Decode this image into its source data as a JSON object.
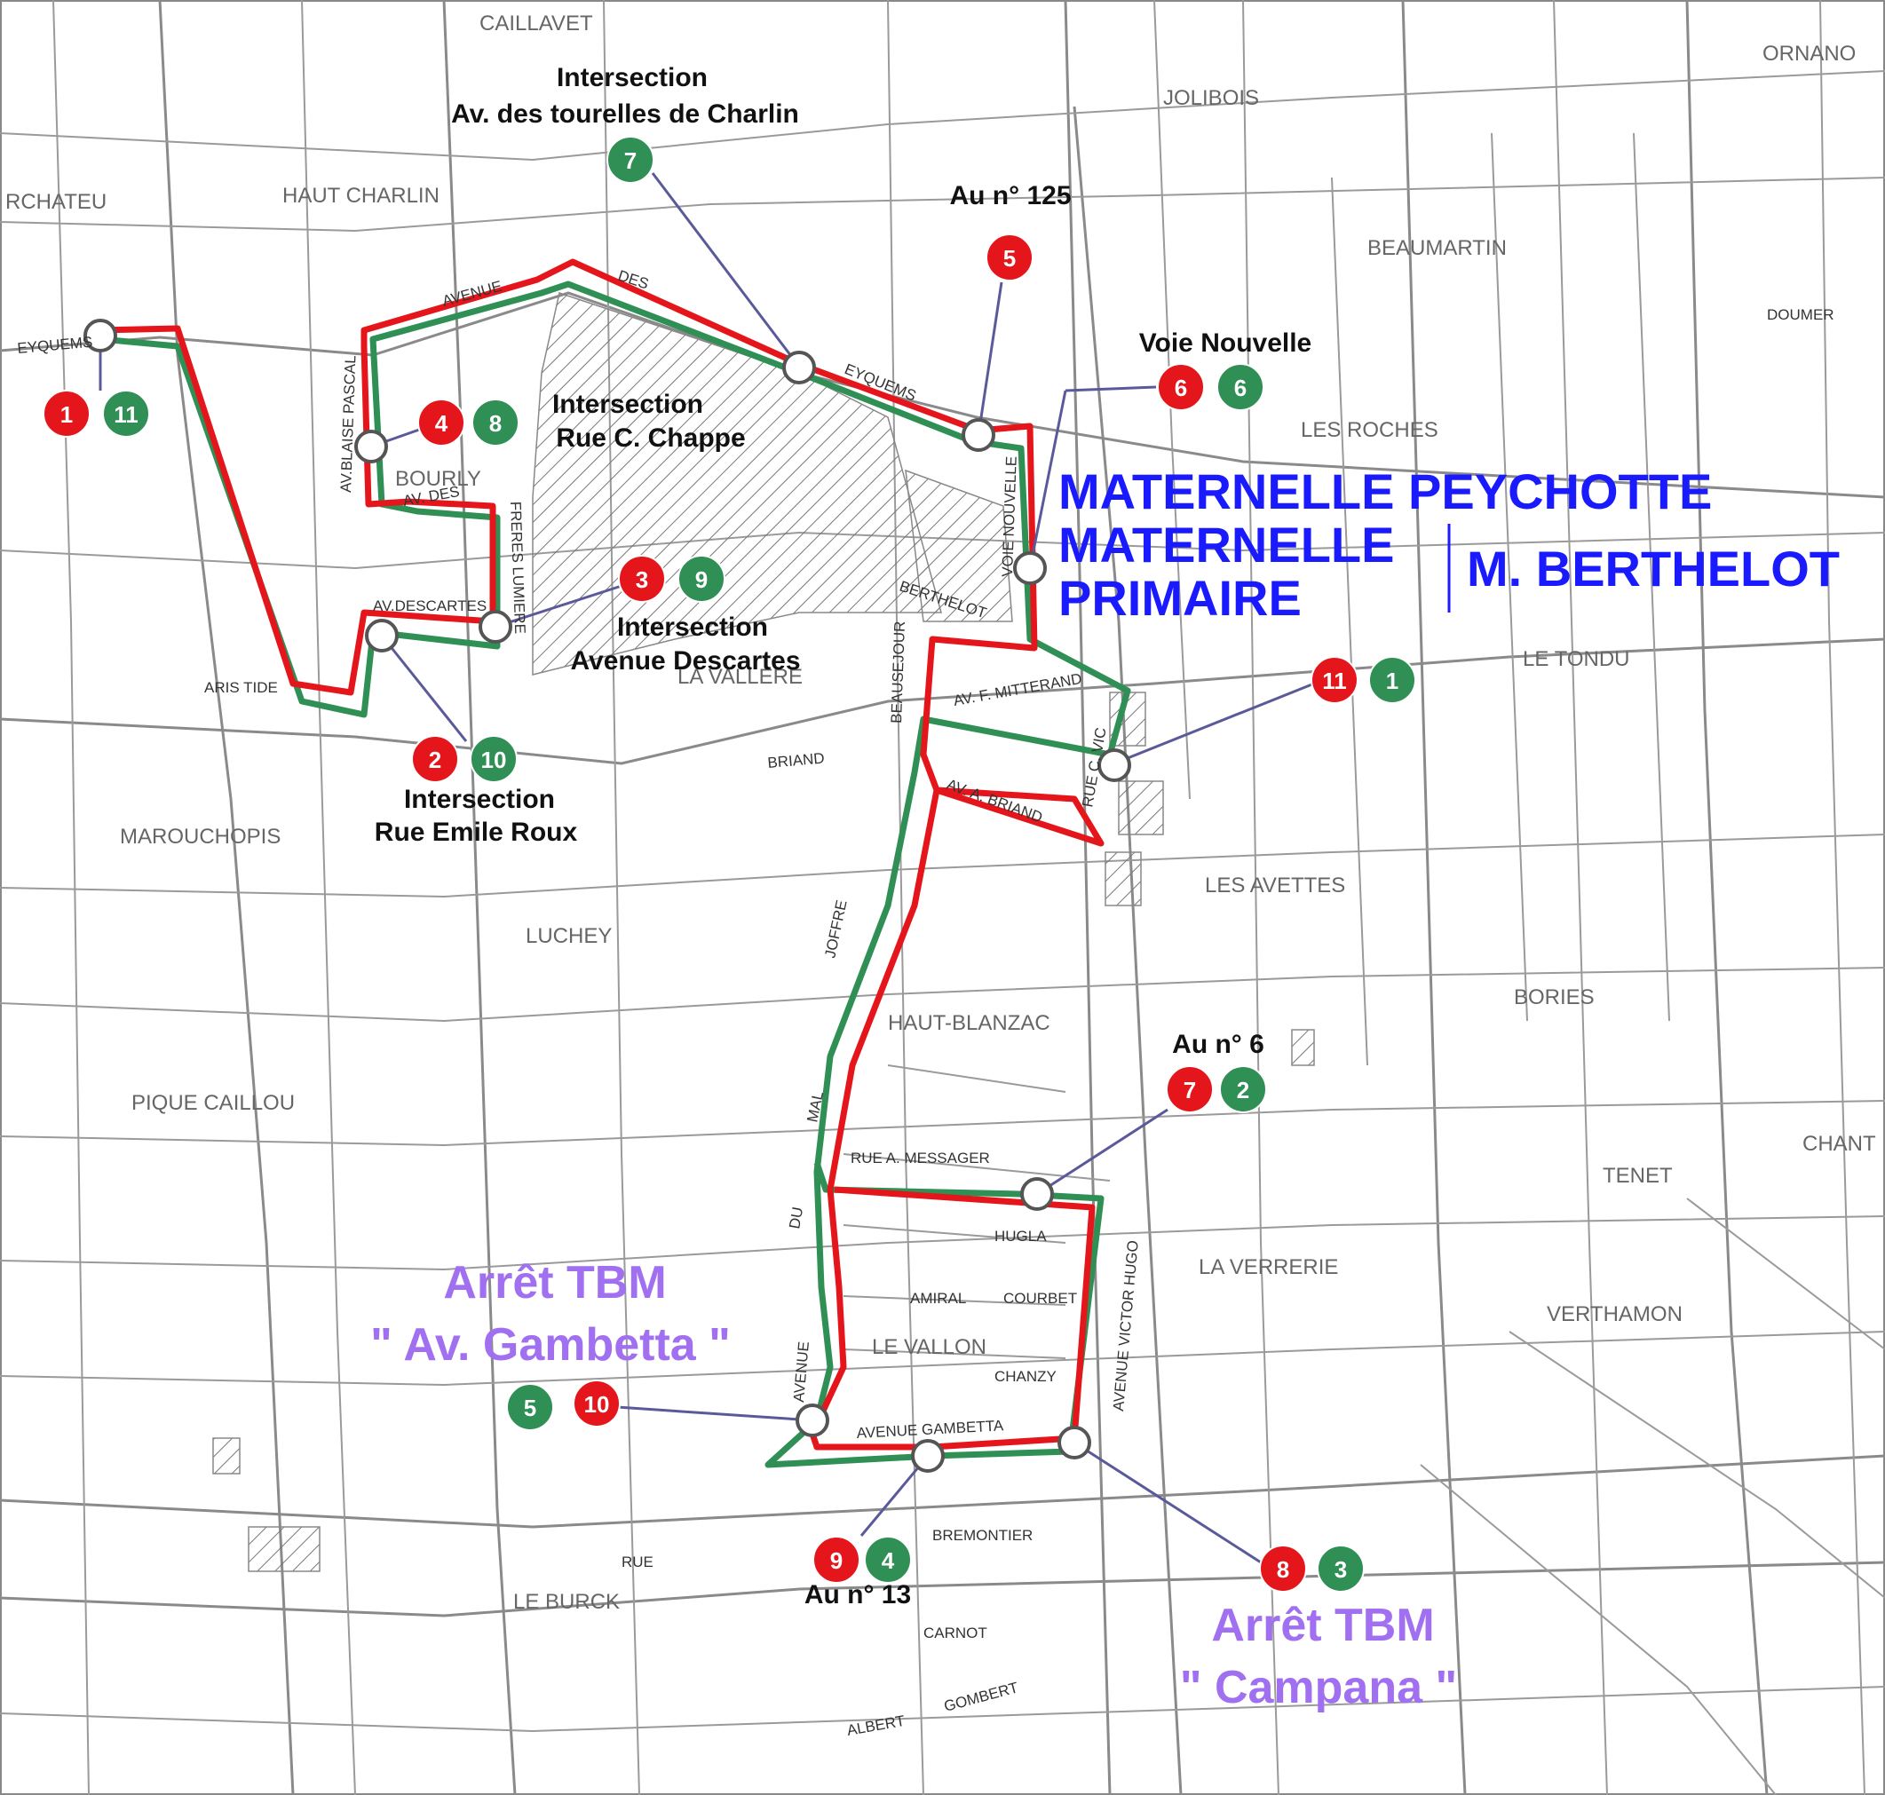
{
  "colors": {
    "route_red": "#e4161b",
    "route_green": "#2f8f55",
    "school_text": "#1a1aff",
    "stop_text": "#a070f0",
    "leader": "#5a5a9a"
  },
  "districts": {
    "caillavet": "CAILLAVET",
    "jolibois": "JOLIBOIS",
    "ornano": "ORNANO",
    "haut_charlin": "HAUT CHARLIN",
    "rchateu": "RCHATEU",
    "beaumartin": "BEAUMARTIN",
    "les_roches": "LES ROCHES",
    "bourly": "BOURLY",
    "la_vallere": "LA VALLERE",
    "le_tondu": "LE TONDU",
    "marouchopis": "MAROUCHOPIS",
    "luchey": "LUCHEY",
    "les_avettes": "LES AVETTES",
    "bories": "BORIES",
    "haut_blanzac": "HAUT-BLANZAC",
    "pique_caillou": "PIQUE   CAILLOU",
    "tenet": "TENET",
    "chant": "CHANT",
    "la_verrerie": "LA VERRERIE",
    "verthamon": "VERTHAMON",
    "le_vallon": "LE  VALLON",
    "le_burck": "LE BURCK"
  },
  "streets": {
    "avenue": "AVENUE",
    "des": "DES",
    "eyquems": "EYQUEMS",
    "eyquems_w": "EYQUEMS",
    "av_blaise_pascal": "AV.BLAISE PASCAL",
    "av_des": "AV. DES",
    "freres_lumiere": "FRERES LUMIERE",
    "av_descartes": "AV.DESCARTES",
    "voie_nouvelle_st": "VOIE NOUVELLE",
    "berthelot": "BERTHELOT",
    "beausejour": "BEAUSEJOUR",
    "av_f_mitterand": "AV. F. MITTERAND",
    "rue_c_vic": "RUE C. VIC",
    "av_a_briand": "AV. A. BRIAND",
    "joffre": "JOFFRE",
    "mal": "MAL",
    "du": "DU",
    "rue_a_messager": "RUE A. MESSAGER",
    "avenue_v": "AVENUE",
    "avenue_gambetta": "AVENUE GAMBETTA",
    "avenue_victor_hugo": "AVENUE VICTOR HUGO",
    "aristide": "ARIS TIDE",
    "briand": "BRIAND",
    "doumer": "DOUMER",
    "hugla": "HUGLA",
    "courbet": "COURBET",
    "chanzy": "CHANZY",
    "amiral": "AMIRAL",
    "bremontier": "BREMONTIER",
    "carnot": "CARNOT",
    "gombert": "GOMBERT",
    "albert": "ALBERT",
    "rue": "RUE"
  },
  "callouts": {
    "intersection_tourelles_1": "Intersection",
    "intersection_tourelles_2": "Av. des tourelles de Charlin",
    "au_n125": "Au n° 125",
    "voie_nouvelle": "Voie Nouvelle",
    "chappe_1": "Intersection",
    "chappe_2": "Rue C. Chappe",
    "descartes_1": "Intersection",
    "descartes_2": "Avenue Descartes",
    "emile_roux_1": "Intersection",
    "emile_roux_2": "Rue Emile Roux",
    "au_n6": "Au n° 6",
    "au_n13": "Au n° 13"
  },
  "schools": {
    "line1": "MATERNELLE PEYCHOTTE",
    "line2": "MATERNELLE",
    "line3": "PRIMAIRE",
    "berthelot": "M. BERTHELOT"
  },
  "stops": {
    "gambetta_1": "Arrêt TBM",
    "gambetta_2": "\" Av. Gambetta \"",
    "campana_1": "Arrêt TBM",
    "campana_2": "\" Campana \""
  },
  "badges": [
    {
      "id": "b1r",
      "num": "1",
      "color": "red"
    },
    {
      "id": "b11g",
      "num": "11",
      "color": "green"
    },
    {
      "id": "b4r",
      "num": "4",
      "color": "red"
    },
    {
      "id": "b8g",
      "num": "8",
      "color": "green"
    },
    {
      "id": "b7g",
      "num": "7",
      "color": "green"
    },
    {
      "id": "b5r",
      "num": "5",
      "color": "red"
    },
    {
      "id": "b6r",
      "num": "6",
      "color": "red"
    },
    {
      "id": "b6g",
      "num": "6",
      "color": "green"
    },
    {
      "id": "b3r",
      "num": "3",
      "color": "red"
    },
    {
      "id": "b9g",
      "num": "9",
      "color": "green"
    },
    {
      "id": "b2r",
      "num": "2",
      "color": "red"
    },
    {
      "id": "b10g",
      "num": "10",
      "color": "green"
    },
    {
      "id": "b11r",
      "num": "11",
      "color": "red"
    },
    {
      "id": "b1g",
      "num": "1",
      "color": "green"
    },
    {
      "id": "b7r",
      "num": "7",
      "color": "red"
    },
    {
      "id": "b2g",
      "num": "2",
      "color": "green"
    },
    {
      "id": "b5g",
      "num": "5",
      "color": "green"
    },
    {
      "id": "b10r",
      "num": "10",
      "color": "red"
    },
    {
      "id": "b9r",
      "num": "9",
      "color": "red"
    },
    {
      "id": "b4g",
      "num": "4",
      "color": "green"
    },
    {
      "id": "b8r",
      "num": "8",
      "color": "red"
    },
    {
      "id": "b3g",
      "num": "3",
      "color": "green"
    }
  ]
}
